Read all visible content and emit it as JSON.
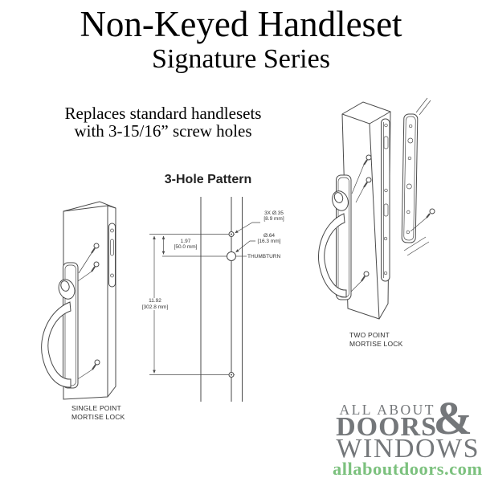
{
  "title": {
    "main": "Non-Keyed Handleset",
    "sub": "Signature Series"
  },
  "intro": {
    "line1": "Replaces standard handlesets",
    "line2": "with 3-15/16” screw holes"
  },
  "hole_pattern": {
    "heading": "3-Hole Pattern",
    "screw_holes_label": {
      "line1": "3X Ø.35",
      "line2": "[8.9 mm]"
    },
    "thumbturn_hole_label": {
      "line1": "Ø.64",
      "line2": "[16.3 mm]"
    },
    "thumbturn_label": "THUMBTURN",
    "hole_spacing": {
      "line1": "1.97",
      "line2": "[50.0 mm]"
    },
    "overall_spacing": {
      "line1": "11.92",
      "line2": "[302.8 mm]"
    }
  },
  "figures": {
    "left_caption": {
      "line1": "SINGLE POINT",
      "line2": "MORTISE LOCK"
    },
    "right_caption": {
      "line1": "TWO POINT",
      "line2": "MORTISE LOCK"
    }
  },
  "logo": {
    "line1": "ALL ABOUT",
    "line2": "DOORS",
    "ampersand": "&",
    "line3": "WINDOWS",
    "website": "allaboutdoors.com",
    "gray": "#74777a",
    "green": "#7cc17e"
  }
}
